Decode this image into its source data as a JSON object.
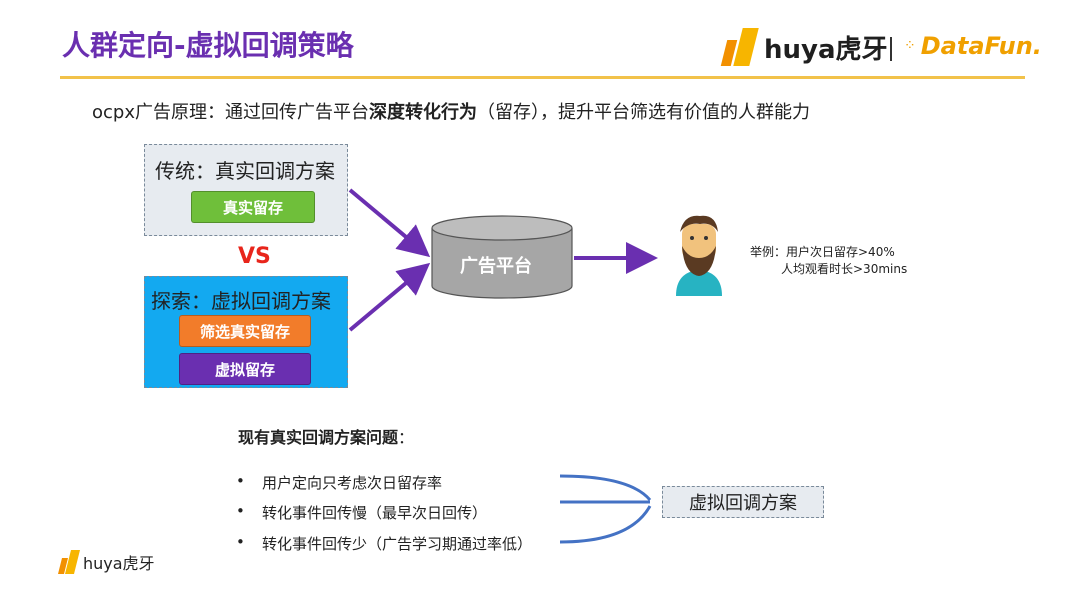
{
  "header": {
    "title": "人群定向-虚拟回调策略",
    "logo_huya_text": "huya虎牙",
    "logo_datafun_text": "DataFun."
  },
  "intro": {
    "prefix": "ocpx广告原理：通过回传广告平台",
    "bold": "深度转化行为",
    "suffix": "（留存），提升平台筛选有价值的人群能力"
  },
  "traditional": {
    "title": "传统：真实回调方案",
    "chip": "真实留存"
  },
  "vs_label": "VS",
  "explore": {
    "title": "探索：虚拟回调方案",
    "chip_filter": "筛选真实留存",
    "chip_virtual": "虚拟留存"
  },
  "platform_label": "广告平台",
  "example": {
    "line1": "举例：用户次日留存>40%",
    "line2": "人均观看时长>30mins"
  },
  "problems": {
    "title_bold": "现有真实回调方案问题",
    "title_suffix": "：",
    "items": [
      "用户定向只考虑次日留存率",
      "转化事件回传慢（最早次日回传）",
      "转化事件回传少（广告学习期通过率低）"
    ],
    "bullet": "•"
  },
  "virtual_solution": "虚拟回调方案",
  "footer_logo_text": "huya虎牙",
  "colors": {
    "title": "#6a2fb0",
    "rule": "#f2c24a",
    "chip_green": "#6fbf3a",
    "chip_orange": "#f27c2a",
    "chip_purple": "#6a2fb0",
    "explore_bg": "#13a9f0",
    "arrow_purple": "#6a2fb0",
    "brace_blue": "#4472c4",
    "vs_red": "#e8251b",
    "cylinder": "#a6a6a6"
  }
}
